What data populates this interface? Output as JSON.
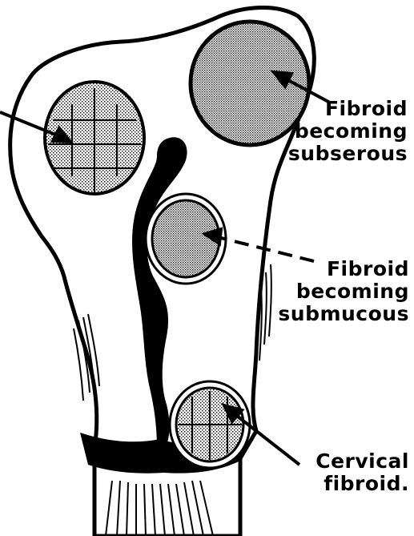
{
  "labels": {
    "subserous": {
      "line1": "Fibroid",
      "line2": "becoming",
      "line3": "subserous"
    },
    "submucous": {
      "line1": "Fibroid",
      "line2": "becoming",
      "line3": "submucous"
    },
    "cervical": {
      "line1": "Cervical",
      "line2": "fibroid."
    }
  },
  "colors": {
    "ink": "#000000",
    "paper": "#ffffff"
  }
}
